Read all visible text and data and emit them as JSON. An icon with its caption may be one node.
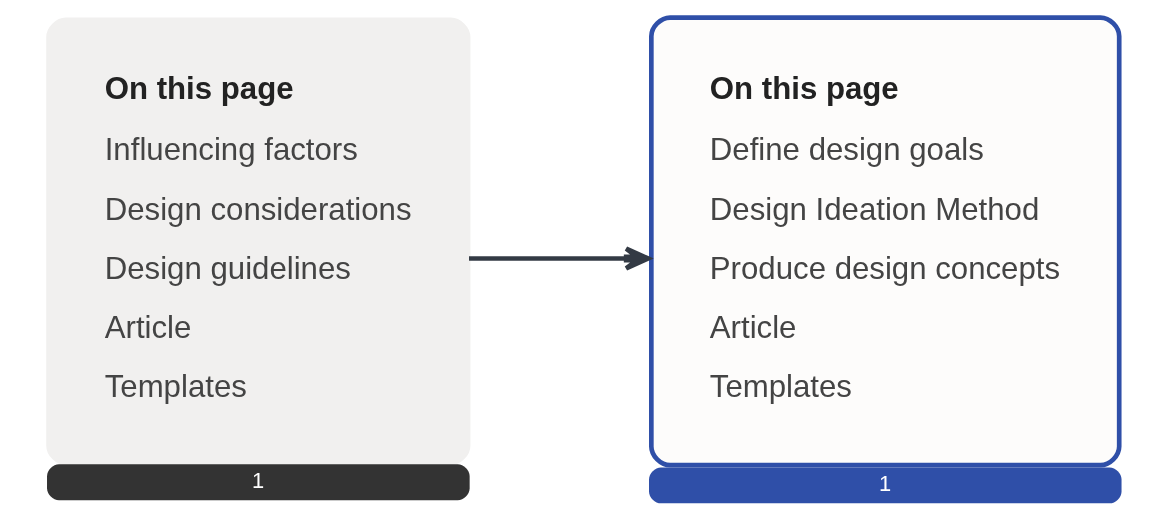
{
  "diagram": {
    "nodes": [
      {
        "text": [
          "On this page",
          "Influencing factors",
          "Design considerations",
          "Design guidelines",
          "Article",
          "Templates"
        ],
        "beside": [
          "1"
        ]
      },
      {
        "text": [
          "On this page",
          "Define design goals",
          "Design Ideation Method",
          "Produce design concepts",
          "Article",
          "Templates"
        ],
        "beside": [
          "1"
        ]
      }
    ],
    "edges": [
      {
        "from": 0,
        "to": 1,
        "arrow": "to"
      }
    ]
  }
}
